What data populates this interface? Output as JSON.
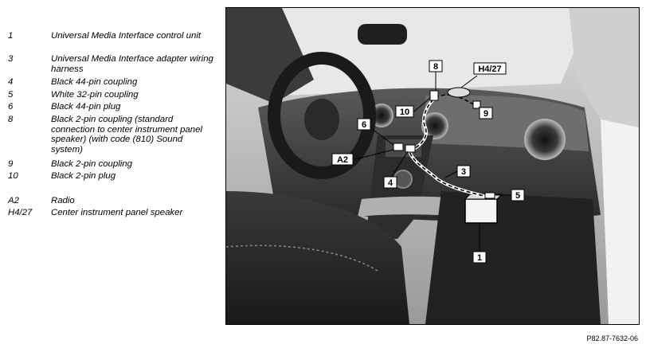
{
  "legend": [
    {
      "num": "1",
      "text": "Universal Media Interface control unit"
    },
    {
      "num": "3",
      "text": "Universal Media Interface adapter wiring harness"
    },
    {
      "num": "4",
      "text": "Black 44-pin coupling"
    },
    {
      "num": "5",
      "text": "White 32-pin coupling"
    },
    {
      "num": "6",
      "text": "Black 44-pin plug"
    },
    {
      "num": "8",
      "text": "Black 2-pin coupling (standard connection to center instrument panel speaker) (with code (810) Sound system)"
    },
    {
      "num": "9",
      "text": "Black 2-pin coupling"
    },
    {
      "num": "10",
      "text": "Black 2-pin plug"
    },
    {
      "num": "A2",
      "text": "Radio"
    },
    {
      "num": "H4/27",
      "text": "Center instrument panel speaker"
    }
  ],
  "callouts": {
    "c8": "8",
    "c10": "10",
    "c6": "6",
    "cA2": "A2",
    "c4": "4",
    "cH427": "H4/27",
    "c9": "9",
    "c3": "3",
    "c5": "5",
    "c1": "1"
  },
  "figure_ref": "P82.87-7632-06"
}
